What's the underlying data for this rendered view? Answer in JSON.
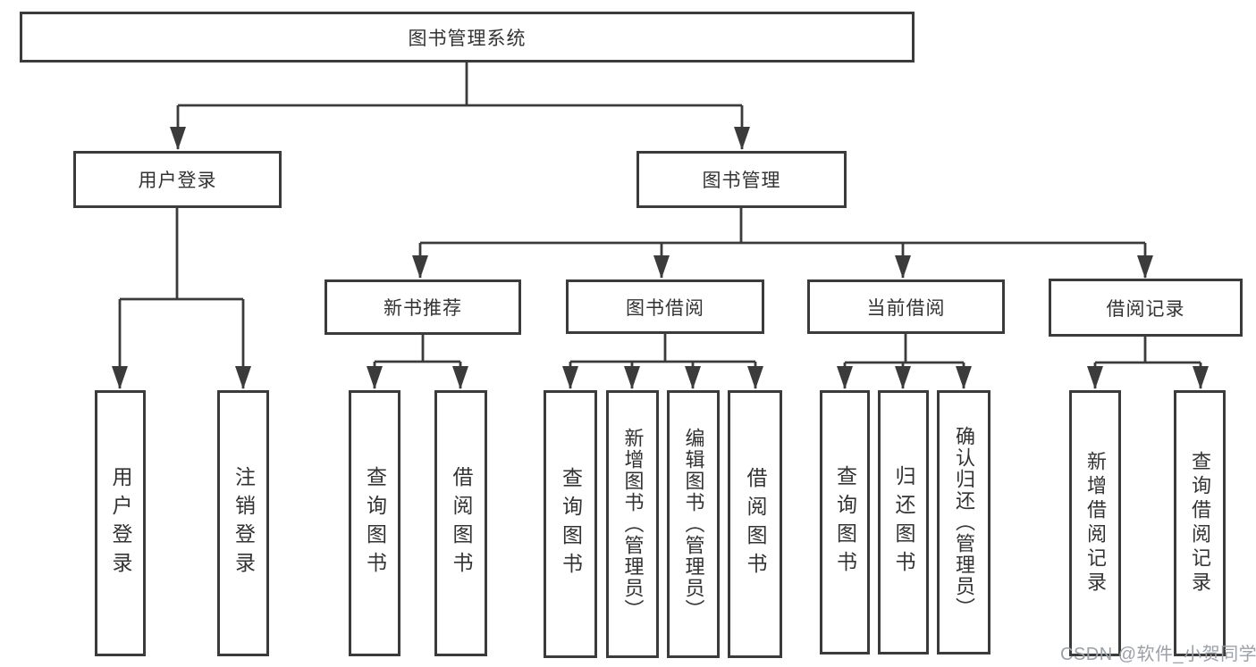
{
  "diagram_title": "图书管理系统",
  "colors": {
    "line": "#3b3b3b",
    "text": "#333333",
    "box_background": "#ffffff",
    "watermark": "#9aa1a9"
  },
  "tree": {
    "label": "图书管理系统",
    "children": [
      {
        "label": "用户登录",
        "children": [
          {
            "label": "用户登录"
          },
          {
            "label": "注销登录"
          }
        ]
      },
      {
        "label": "图书管理",
        "children": [
          {
            "label": "新书推荐",
            "children": [
              {
                "label": "查询图书"
              },
              {
                "label": "借阅图书"
              }
            ]
          },
          {
            "label": "图书借阅",
            "children": [
              {
                "label": "查询图书"
              },
              {
                "label": "新增图书（管理员）"
              },
              {
                "label": "编辑图书（管理员）"
              },
              {
                "label": "借阅图书"
              }
            ]
          },
          {
            "label": "当前借阅",
            "children": [
              {
                "label": "查询图书"
              },
              {
                "label": "归还图书"
              },
              {
                "label": "确认归还（管理员）"
              }
            ]
          },
          {
            "label": "借阅记录",
            "children": [
              {
                "label": "新增借阅记录"
              },
              {
                "label": "查询借阅记录"
              }
            ]
          }
        ]
      }
    ]
  },
  "watermark": "CSDN @软件_小贺同学"
}
